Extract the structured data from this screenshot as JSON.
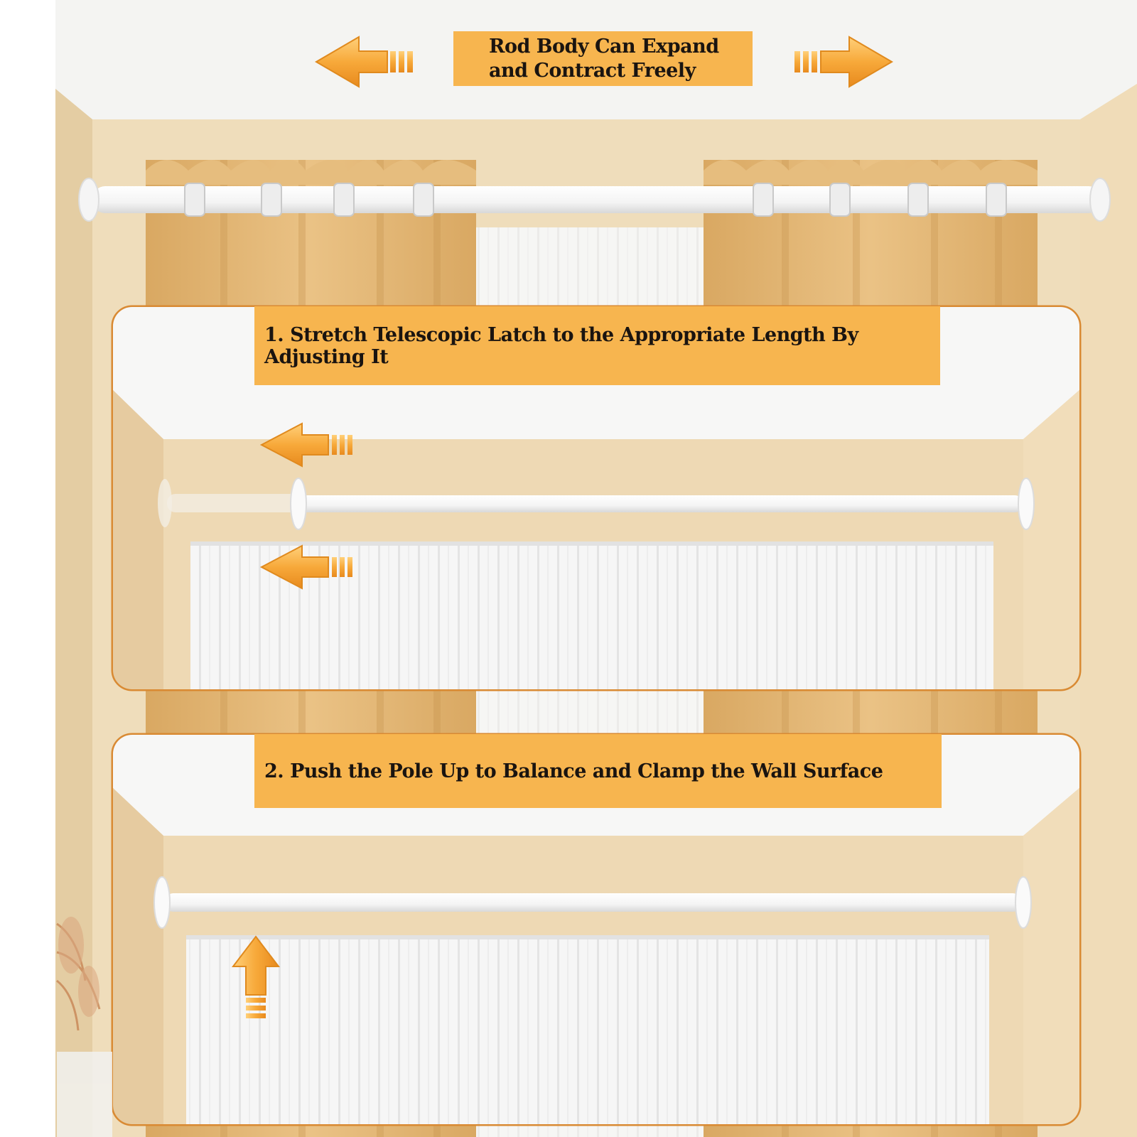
{
  "labels": {
    "top_line1": "Rod Body Can Expand",
    "top_line2": "and Contract Freely",
    "step1": "1. Stretch Telescopic Latch to the Appropriate Length By Adjusting It",
    "step2": "2. Push the Pole Up to Balance and Clamp the Wall Surface"
  },
  "icons": {
    "top_left": "arrow-left-icon",
    "top_right": "arrow-right-icon",
    "step1_upper": "arrow-left-icon",
    "step1_lower": "arrow-left-icon",
    "step2": "arrow-up-icon"
  },
  "colors": {
    "accent_orange": "#F7B54F",
    "curtain": "#E3B777",
    "wall": "#EAD6B3",
    "rod": "#FFFFFF"
  }
}
